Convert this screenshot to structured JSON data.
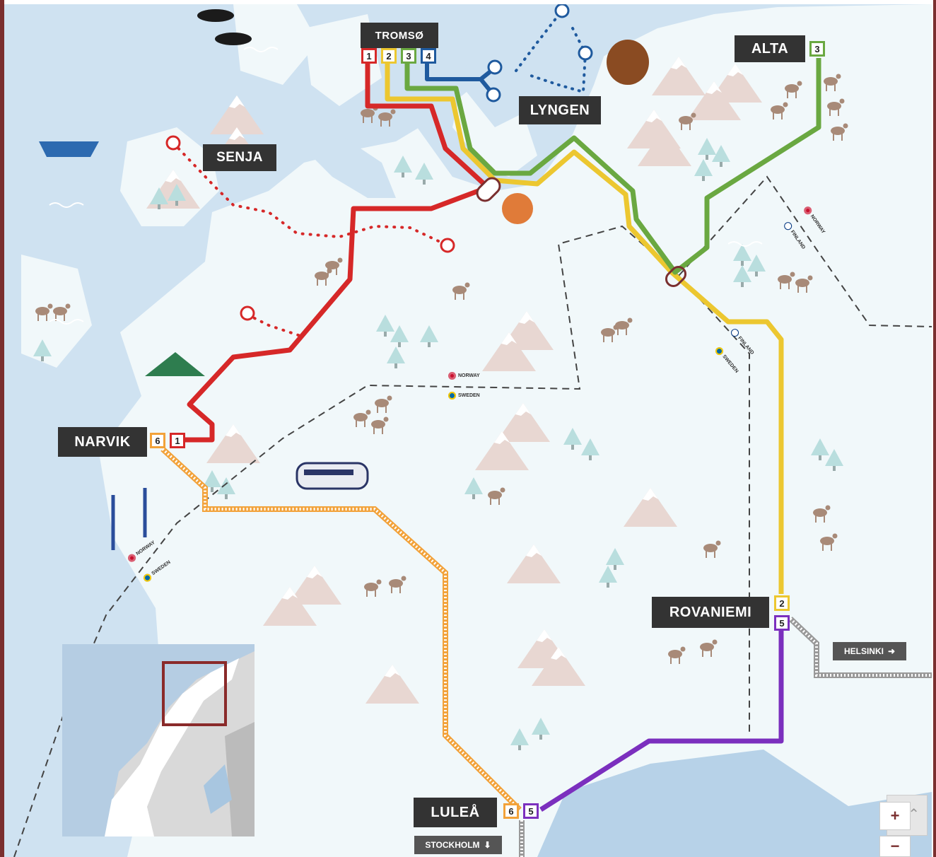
{
  "map": {
    "cities": [
      {
        "id": "tromso",
        "name": "TROMSØ",
        "lines": [
          "1",
          "2",
          "3",
          "4"
        ]
      },
      {
        "id": "alta",
        "name": "ALTA",
        "lines": [
          "3"
        ]
      },
      {
        "id": "lyngen",
        "name": "LYNGEN",
        "lines": []
      },
      {
        "id": "senja",
        "name": "SENJA",
        "lines": []
      },
      {
        "id": "narvik",
        "name": "NARVIK",
        "lines": [
          "6",
          "1"
        ]
      },
      {
        "id": "rovaniemi",
        "name": "ROVANIEMI",
        "lines": [
          "2",
          "5"
        ]
      },
      {
        "id": "lulea",
        "name": "LULEÅ",
        "lines": [
          "6",
          "5"
        ]
      }
    ],
    "line_colors": {
      "1": "#d62828",
      "2": "#ecc730",
      "3": "#6aa841",
      "4": "#1f5a9e",
      "5": "#7b2fbe",
      "6": "#f2a23a"
    },
    "borders": {
      "norway": "NORWAY",
      "sweden": "SWEDEN",
      "finland": "FINLAND"
    },
    "links": {
      "helsinki": "HELSINKI",
      "stockholm": "STOCKHOLM"
    },
    "controls": {
      "zoom_in": "+",
      "zoom_out": "−"
    },
    "colors": {
      "sea": "#cfe2f1",
      "land": "#f1f8fa",
      "label_bg": "#333333",
      "accent": "#7a2f2f"
    }
  }
}
